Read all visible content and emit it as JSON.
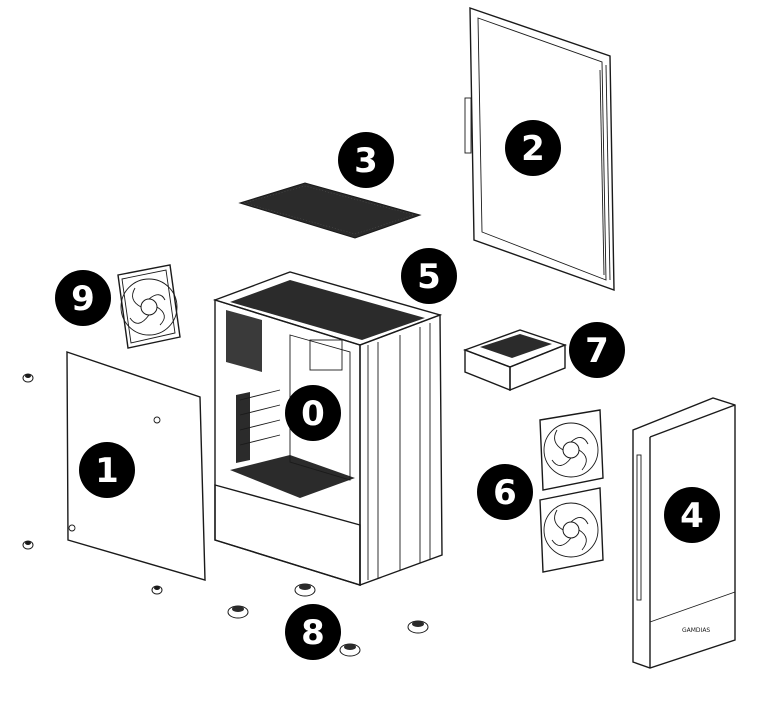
{
  "callouts": {
    "case_chassis": "0",
    "side_panel": "1",
    "tempered_glass_panel": "2",
    "top_dust_filter": "3",
    "front_panel": "4",
    "io_panel": "5",
    "front_fans": "6",
    "drive_cage": "7",
    "feet": "8",
    "rear_fan": "9"
  },
  "front_panel_brand": "GAMDIAS",
  "colors": {
    "line": "#1a1a1a",
    "badge": "#000000",
    "background": "#ffffff"
  }
}
